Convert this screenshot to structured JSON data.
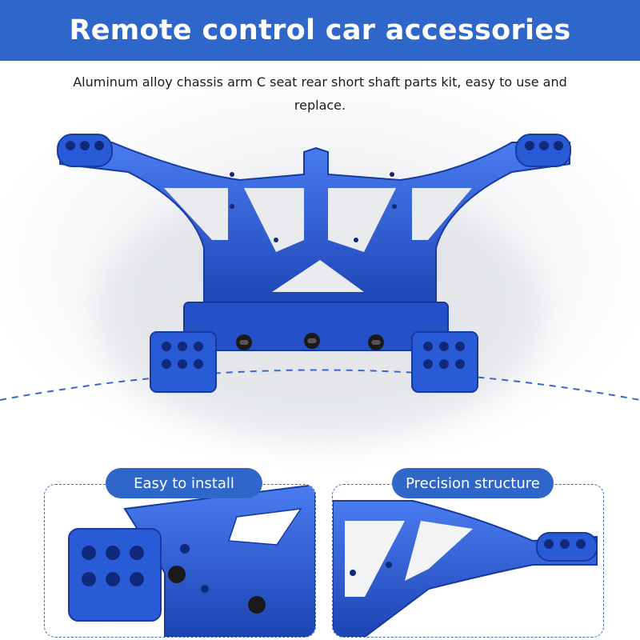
{
  "banner": {
    "title": "Remote control car accessories"
  },
  "subtitle": "Aluminum alloy chassis arm C seat rear short shaft parts kit, easy to use and replace.",
  "features": [
    {
      "label": "Easy to install"
    },
    {
      "label": "Precision structure"
    }
  ],
  "colors": {
    "brand_blue": "#2f66c9",
    "part_blue": "#2450c8",
    "part_blue_dark": "#163aa0",
    "part_blue_light": "#4a7cf0"
  },
  "icons": [
    "dashed-arc-divider"
  ]
}
